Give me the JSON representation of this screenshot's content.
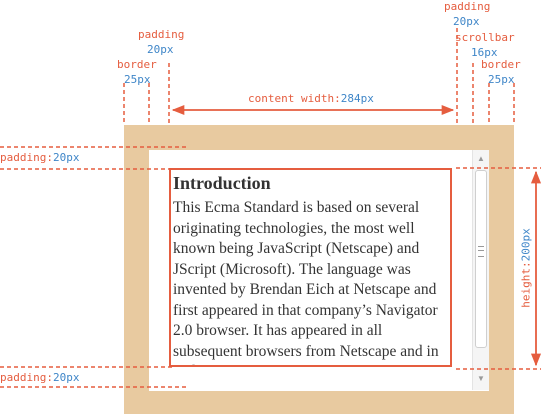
{
  "labels": {
    "padding_left_top": "padding",
    "padding_left_value": "20px",
    "border_left_top": "border",
    "border_left_value": "25px",
    "content_width_key": "content width:",
    "content_width_value": "284px",
    "padding_right_top": "padding",
    "padding_right_value": "20px",
    "scrollbar_top": "scrollbar",
    "scrollbar_value": "16px",
    "border_right_top": "border",
    "border_right_value": "25px",
    "padding_top_key": "padding:",
    "padding_top_value": "20px",
    "padding_bottom_key": "padding:",
    "padding_bottom_value": "20px",
    "height_key": "height:",
    "height_value": "200px"
  },
  "content": {
    "heading": "Introduction",
    "body": "This Ecma Standard is based on several originating technologies, the most well known being JavaScript (Netscape) and JScript (Microsoft). The language was invented by Brendan Eich at Netscape and first appeared in that company’s Navigator 2.0 browser. It has appeared in all subsequent browsers from Netscape and in all browsers from Microsoft starting with"
  },
  "colors": {
    "border": "#e8caa0",
    "annotation": "#e55d3f",
    "value": "#3f86c8"
  }
}
